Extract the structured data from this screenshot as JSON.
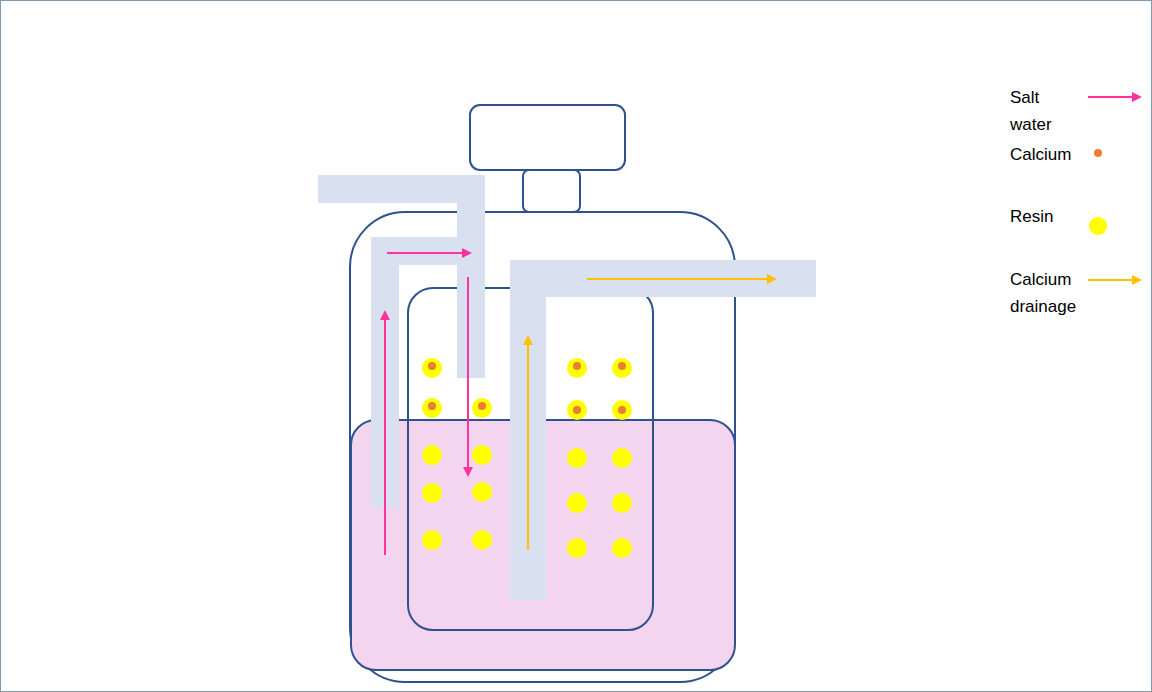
{
  "diagram": {
    "legend": [
      {
        "text": "Salt water"
      },
      {
        "text": "Calcium",
        "color": "#ED7D31"
      },
      {
        "text": "Resin",
        "color": "#FFFF00"
      },
      {
        "text": "Calcium drainage"
      }
    ]
  }
}
